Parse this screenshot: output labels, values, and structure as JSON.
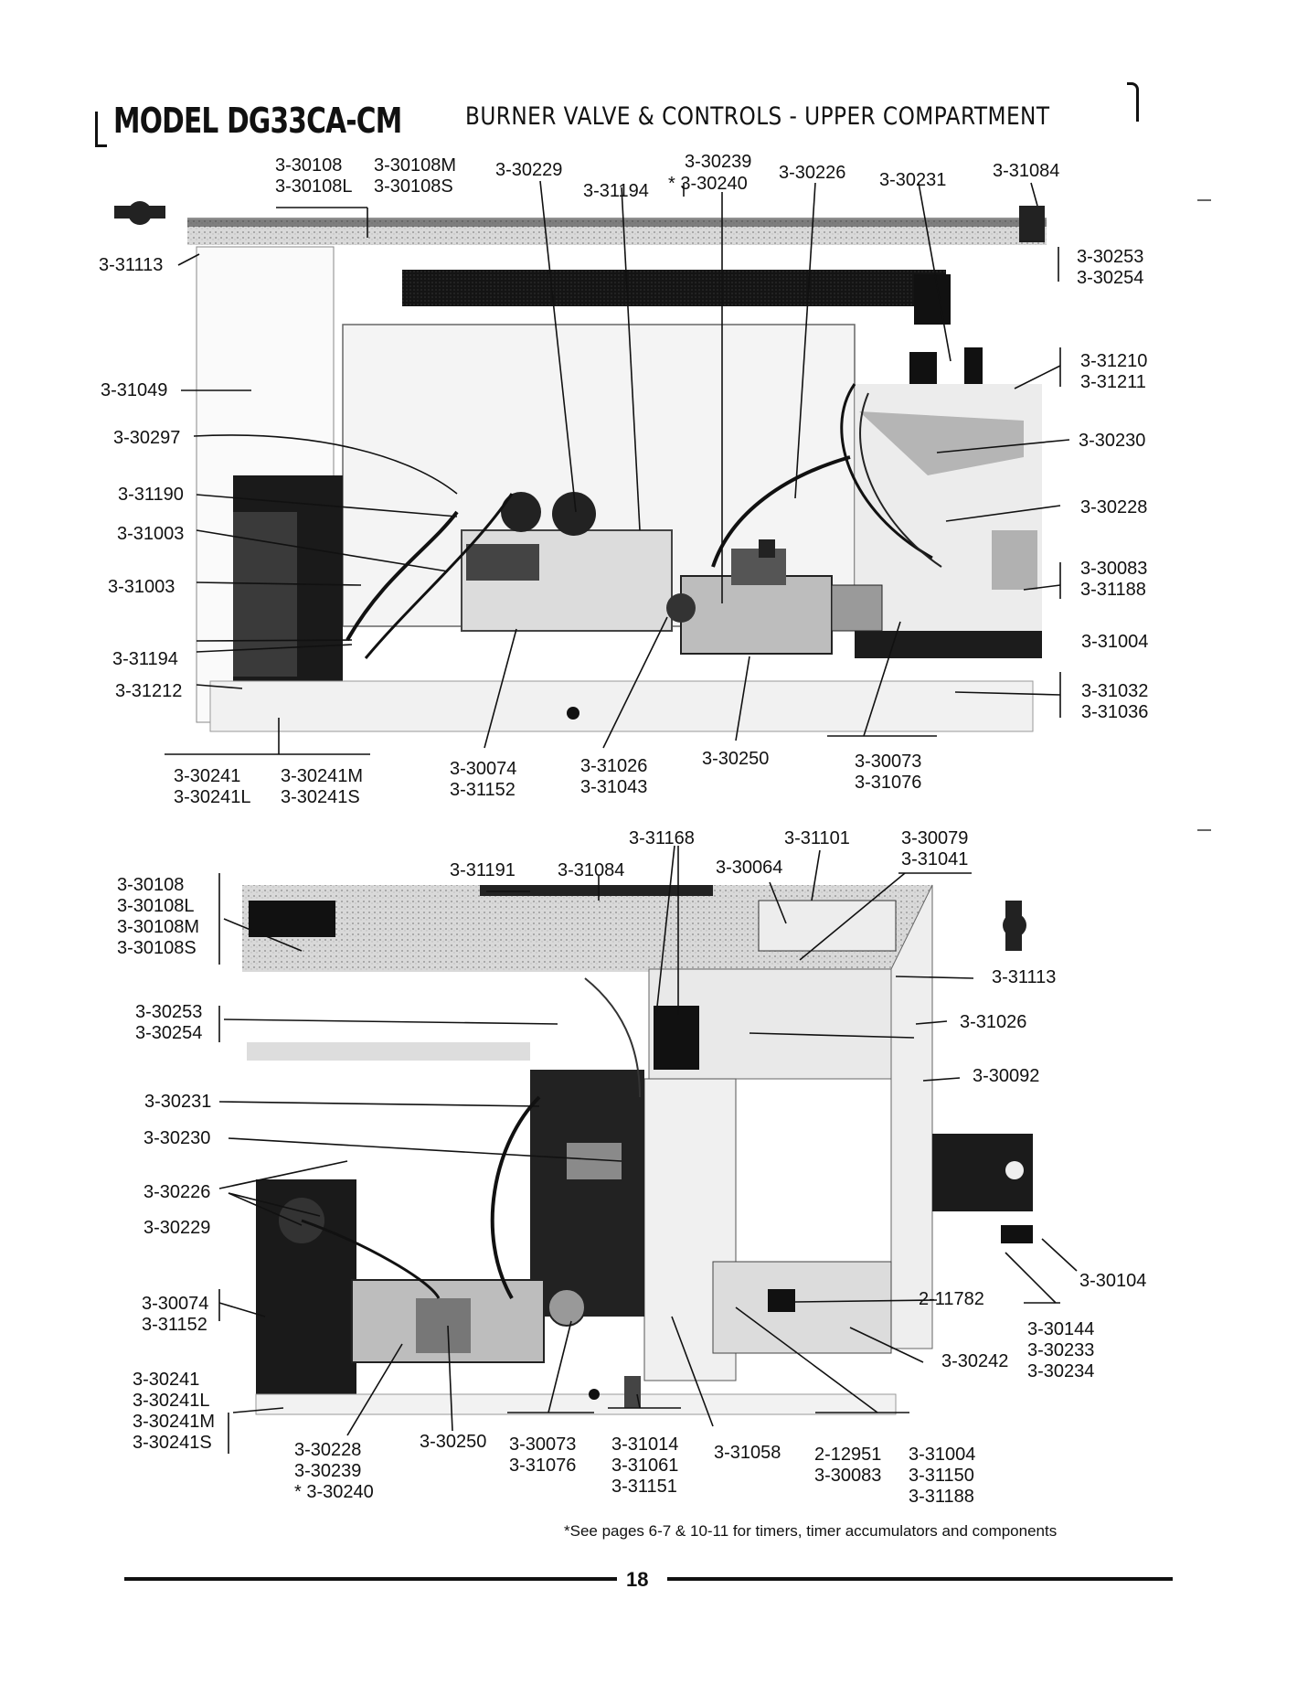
{
  "header": {
    "model": "MODEL DG33CA-CM",
    "subtitle": "BURNER VALVE & CONTROLS - UPPER COMPARTMENT"
  },
  "top_diagram": {
    "labels": {
      "l30108": [
        "3-30108",
        "3-30108L"
      ],
      "l30108m": [
        "3-30108M",
        "3-30108S"
      ],
      "l30229": [
        "3-30229"
      ],
      "l30239": [
        "3-30239"
      ],
      "l31194": [
        "3-31194"
      ],
      "l30240": [
        "* 3-30240"
      ],
      "l30226": [
        "3-30226"
      ],
      "l30231": [
        "3-30231"
      ],
      "l31084": [
        "3-31084"
      ],
      "l31113": [
        "3-31113"
      ],
      "l30253": [
        "3-30253",
        "3-30254"
      ],
      "l31049": [
        "3-31049"
      ],
      "l31210": [
        "3-31210",
        "3-31211"
      ],
      "l30297": [
        "3-30297"
      ],
      "l30230": [
        "3-30230"
      ],
      "l31190": [
        "3-31190"
      ],
      "l30228": [
        "3-30228"
      ],
      "l31003a": [
        "3-31003"
      ],
      "l31003b": [
        "3-31003"
      ],
      "l30083": [
        "3-30083",
        "3-31188"
      ],
      "l31194b": [
        "3-31194"
      ],
      "l31004": [
        "3-31004"
      ],
      "l31212": [
        "3-31212"
      ],
      "l31032": [
        "3-31032",
        "3-31036"
      ],
      "l30241": [
        "3-30241",
        "3-30241L"
      ],
      "l30241m": [
        "3-30241M",
        "3-30241S"
      ],
      "l30074": [
        "3-30074",
        "3-31152"
      ],
      "l31026": [
        "3-31026",
        "3-31043"
      ],
      "l30250": [
        "3-30250"
      ],
      "l30073": [
        "3-30073",
        "3-31076"
      ]
    }
  },
  "bottom_diagram": {
    "labels": {
      "b31168": [
        "3-31168"
      ],
      "b31101": [
        "3-31101"
      ],
      "b30079": [
        "3-30079",
        "3-31041"
      ],
      "b31191": [
        "3-31191"
      ],
      "b31084": [
        "3-31084"
      ],
      "b30064": [
        "3-30064"
      ],
      "b30108": [
        "3-30108",
        "3-30108L",
        "3-30108M",
        "3-30108S"
      ],
      "b31113": [
        "3-31113"
      ],
      "b30253": [
        "3-30253",
        "3-30254"
      ],
      "b31026": [
        "3-31026"
      ],
      "b30092": [
        "3-30092"
      ],
      "b30231": [
        "3-30231"
      ],
      "b30230": [
        "3-30230"
      ],
      "b30226": [
        "3-30226"
      ],
      "b30229": [
        "3-30229"
      ],
      "b30104": [
        "3-30104"
      ],
      "b11782": [
        "2-11782"
      ],
      "b30074": [
        "3-30074",
        "3-31152"
      ],
      "b30144": [
        "3-30144",
        "3-30233",
        "3-30234"
      ],
      "b30242": [
        "3-30242"
      ],
      "b30241": [
        "3-30241",
        "3-30241L",
        "3-30241M",
        "3-30241S"
      ],
      "b30228": [
        "3-30228",
        "3-30239",
        "* 3-30240"
      ],
      "b30250": [
        "3-30250"
      ],
      "b30073": [
        "3-30073",
        "3-31076"
      ],
      "b31014": [
        "3-31014",
        "3-31061",
        "3-31151"
      ],
      "b31058": [
        "3-31058"
      ],
      "b12951": [
        "2-12951",
        "3-30083"
      ],
      "b31004": [
        "3-31004",
        "3-31150",
        "3-31188"
      ]
    }
  },
  "footer": {
    "footnote": "*See pages 6-7 & 10-11 for timers, timer accumulators and components",
    "page_number": "18"
  }
}
